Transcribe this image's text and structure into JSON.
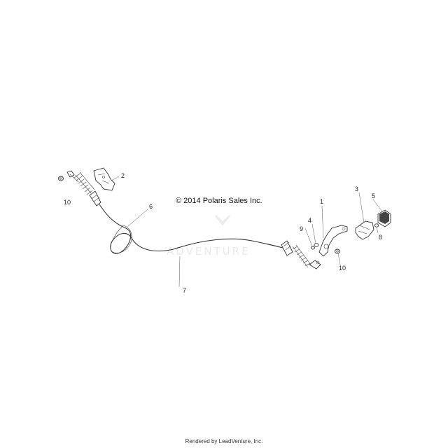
{
  "diagram": {
    "copyright": "© 2014 Polaris Sales Inc.",
    "watermark": "ADVENTURE",
    "callouts": {
      "c1": "1",
      "c2": "2",
      "c3": "3",
      "c4": "4",
      "c5": "5",
      "c6": "6",
      "c7": "7",
      "c8": "8",
      "c9": "9",
      "c10a": "10",
      "c10b": "10"
    }
  },
  "footer": {
    "rendered_by": "Rendered by LeadVenture, Inc."
  }
}
